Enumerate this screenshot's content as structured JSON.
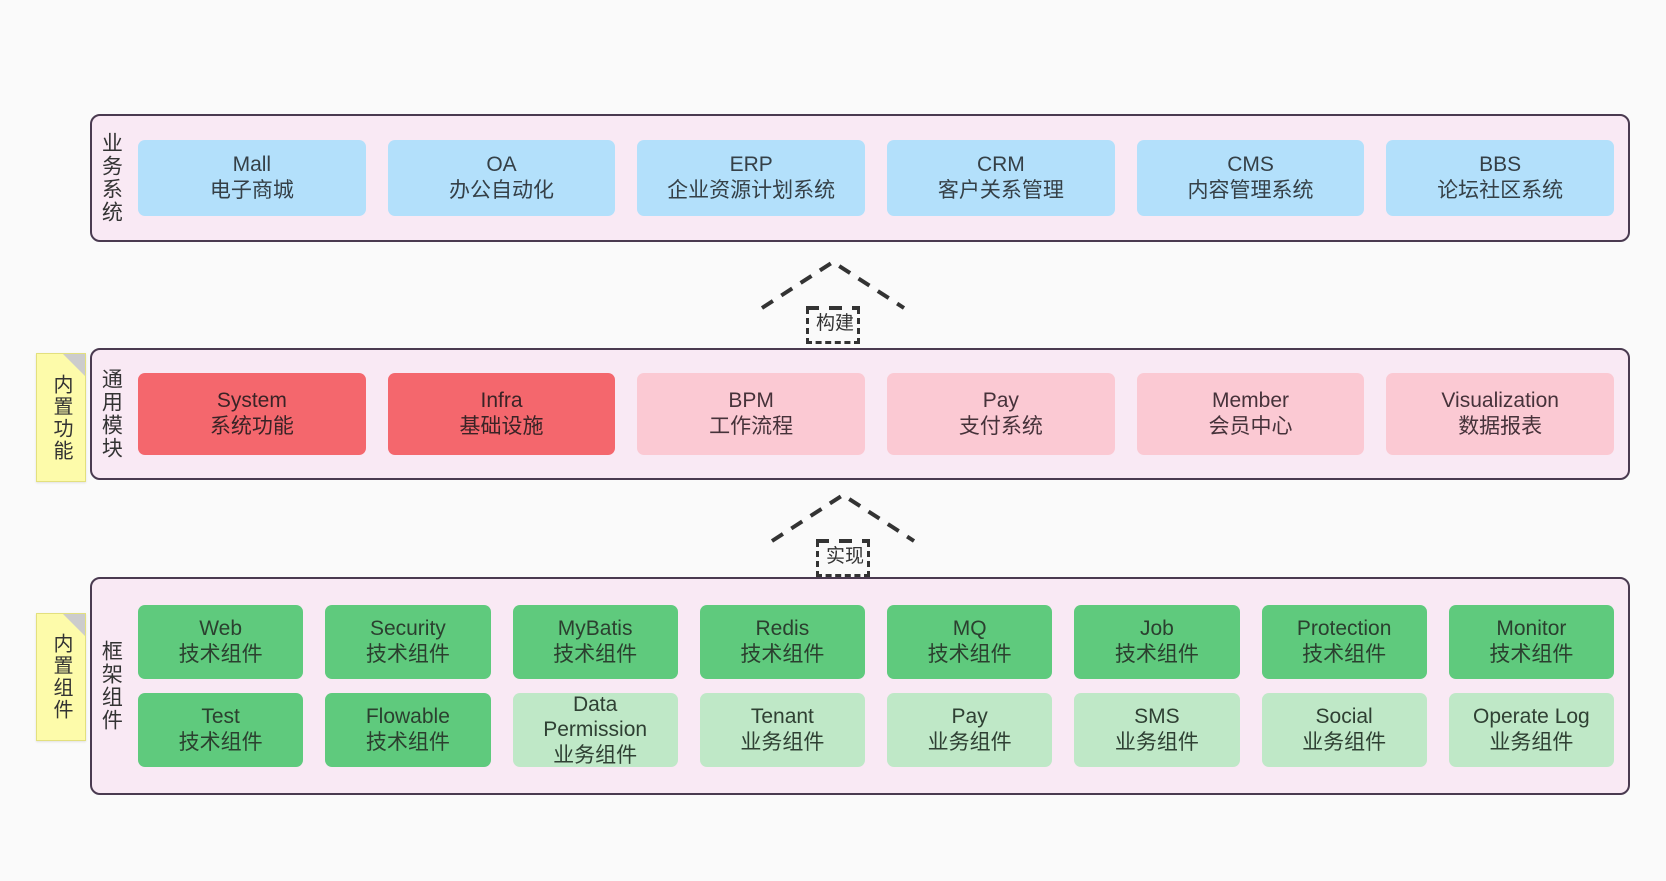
{
  "diagram": {
    "background_color": "#fafafa",
    "layers": [
      {
        "id": "business",
        "title": "业务系统",
        "rows": [
          {
            "nodes": [
              {
                "en": "Mall",
                "cn": "电子商城",
                "color": "blue"
              },
              {
                "en": "OA",
                "cn": "办公自动化",
                "color": "blue"
              },
              {
                "en": "ERP",
                "cn": "企业资源计划系统",
                "color": "blue"
              },
              {
                "en": "CRM",
                "cn": "客户关系管理",
                "color": "blue"
              },
              {
                "en": "CMS",
                "cn": "内容管理系统",
                "color": "blue"
              },
              {
                "en": "BBS",
                "cn": "论坛社区系统",
                "color": "blue"
              }
            ]
          }
        ]
      },
      {
        "id": "module",
        "title": "通用模块",
        "note": "内置功能",
        "rows": [
          {
            "nodes": [
              {
                "en": "System",
                "cn": "系统功能",
                "color": "red"
              },
              {
                "en": "Infra",
                "cn": "基础设施",
                "color": "red"
              },
              {
                "en": "BPM",
                "cn": "工作流程",
                "color": "pink"
              },
              {
                "en": "Pay",
                "cn": "支付系统",
                "color": "pink"
              },
              {
                "en": "Member",
                "cn": "会员中心",
                "color": "pink"
              },
              {
                "en": "Visualization",
                "cn": "数据报表",
                "color": "pink"
              }
            ]
          }
        ]
      },
      {
        "id": "frame",
        "title": "框架组件",
        "note": "内置组件",
        "rows": [
          {
            "nodes": [
              {
                "en": "Web",
                "cn": "技术组件",
                "color": "green"
              },
              {
                "en": "Security",
                "cn": "技术组件",
                "color": "green"
              },
              {
                "en": "MyBatis",
                "cn": "技术组件",
                "color": "green"
              },
              {
                "en": "Redis",
                "cn": "技术组件",
                "color": "green"
              },
              {
                "en": "MQ",
                "cn": "技术组件",
                "color": "green"
              },
              {
                "en": "Job",
                "cn": "技术组件",
                "color": "green"
              },
              {
                "en": "Protection",
                "cn": "技术组件",
                "color": "green"
              },
              {
                "en": "Monitor",
                "cn": "技术组件",
                "color": "green"
              }
            ]
          },
          {
            "nodes": [
              {
                "en": "Test",
                "cn": "技术组件",
                "color": "green"
              },
              {
                "en": "Flowable",
                "cn": "技术组件",
                "color": "green"
              },
              {
                "en": "Data Permission",
                "cn": "业务组件",
                "color": "lgreen"
              },
              {
                "en": "Tenant",
                "cn": "业务组件",
                "color": "lgreen"
              },
              {
                "en": "Pay",
                "cn": "业务组件",
                "color": "lgreen"
              },
              {
                "en": "SMS",
                "cn": "业务组件",
                "color": "lgreen"
              },
              {
                "en": "Social",
                "cn": "业务组件",
                "color": "lgreen"
              },
              {
                "en": "Operate Log",
                "cn": "业务组件",
                "color": "lgreen"
              }
            ]
          }
        ]
      }
    ],
    "arrows": [
      {
        "id": "build",
        "label": "构建",
        "style": "dashed-generalization"
      },
      {
        "id": "realize",
        "label": "实现",
        "style": "dashed-generalization"
      }
    ],
    "colors": {
      "layer_fill": "#f9e9f4",
      "layer_border": "#4a3a50",
      "blue": "#b3e0fb",
      "red": "#f4676d",
      "pink": "#fbc9d3",
      "green": "#5fca7d",
      "light_green": "#bfe8c7",
      "note_fill": "#fdfbaa",
      "note_fold": "#cccccc",
      "arrow": "#333333"
    }
  }
}
